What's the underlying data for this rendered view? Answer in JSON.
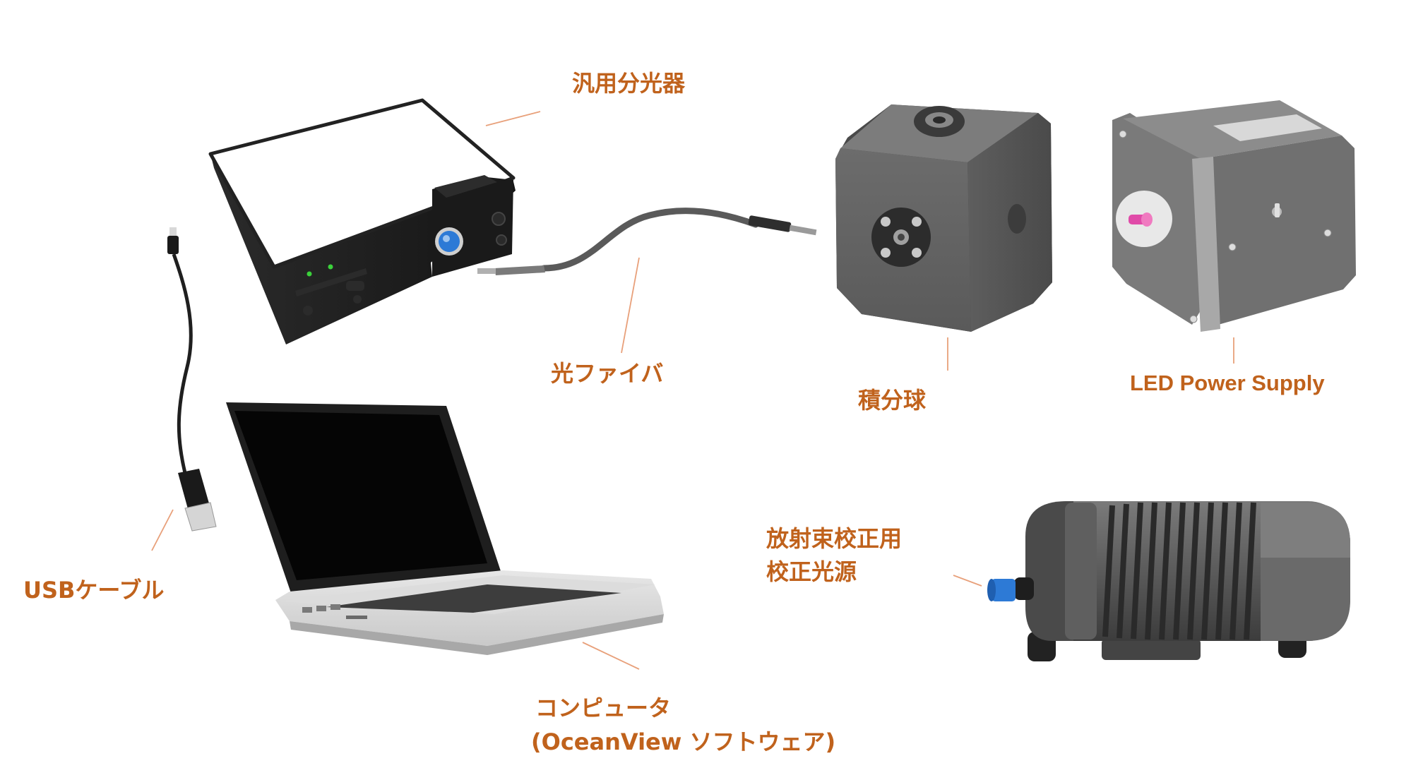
{
  "labels": {
    "spectrometer": "汎用分光器",
    "fiber": "光ファイバ",
    "sphere": "積分球",
    "led": "LED Power Supply",
    "usb": "USBケーブル",
    "computer_line1": "コンピュータ",
    "computer_line2": "(OceanView ソフトウェア)",
    "calib_line1": "放射束校正用",
    "calib_line2": "校正光源"
  },
  "colors": {
    "label_text": "#c0621c",
    "leader_line": "#e8a07a",
    "fiber_tip": "#2d7ad6",
    "led_knob": "#e04aa8",
    "status_led": "#3bd13b"
  }
}
